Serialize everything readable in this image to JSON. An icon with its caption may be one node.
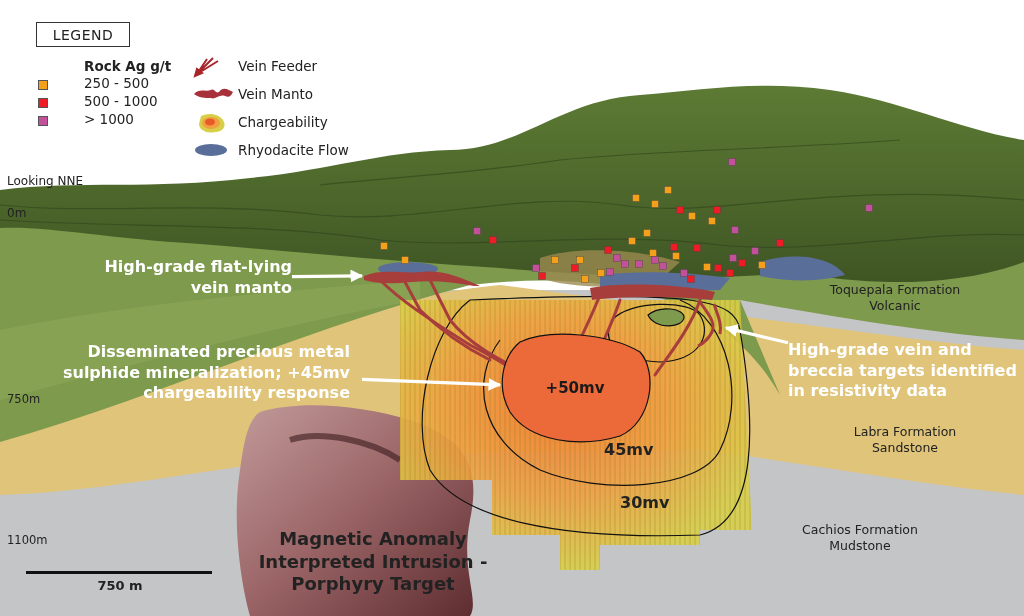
{
  "diagram": {
    "nodes": [
      {
        "text": [
          "High-grade flat-lying vein manto"
        ]
      },
      {
        "text": [],
        "shape": "picture"
      },
      {
        "text": [
          "Disseminated precious metal sulphide mineralization; +45mv chargeability response"
        ]
      },
      {
        "text": [
          "+50mv"
        ]
      },
      {
        "text": [
          "High-grade vein and breccia targets identified in resistivity data"
        ]
      },
      {
        "text": [],
        "shape": "picture"
      }
    ],
    "edges": [
      {
        "from": 0,
        "to": 1,
        "arrow": "to"
      },
      {
        "from": 2,
        "to": 3,
        "arrow": "to"
      },
      {
        "from": 4,
        "to": 5,
        "arrow": "to"
      }
    ],
    "labels": [
      "LEGEND",
      "Rock Ag g/t",
      "Looking NNE",
      "0m",
      "Toquepala Formation Volcanic",
      "750m",
      "Labra Formation Sandstone",
      "45mv",
      "30mv",
      "Cachios Formation Mudstone",
      "1100m",
      "Magnetic Anomaly Interpreted Intrusion - Porphyry Target",
      "750 m"
    ],
    "legend": [
      {
        "text": "250 - 500",
        "color": "#f5a01a"
      },
      {
        "text": "500 - 1000",
        "color": "#ee1c24"
      },
      {
        "text": "> 1000",
        "color": "#c2509a"
      },
      {
        "text": "Vein Feeder"
      },
      {
        "text": "Vein Manto"
      },
      {
        "text": "Chargeability"
      },
      {
        "text": "Rhyodacite Flow"
      }
    ]
  }
}
